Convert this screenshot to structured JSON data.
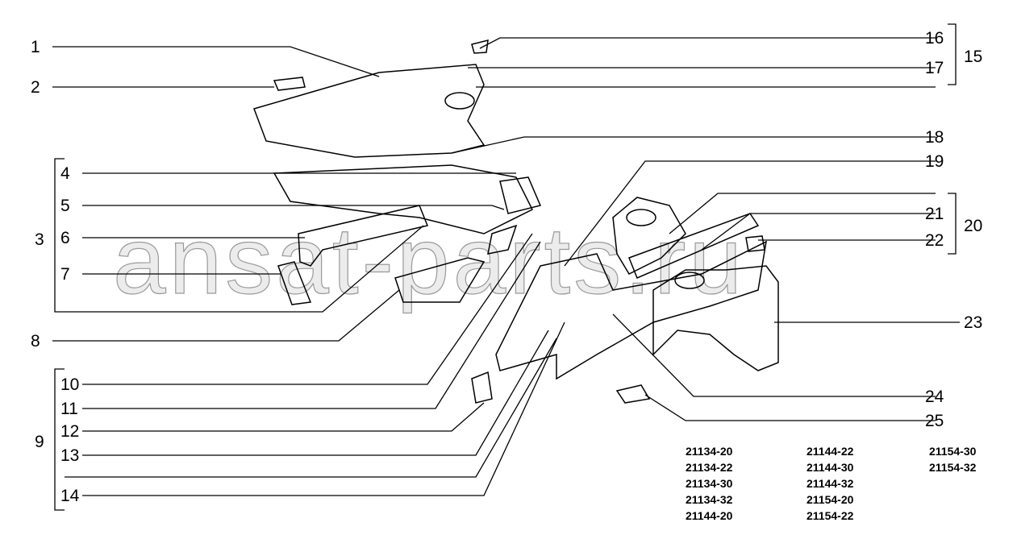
{
  "callouts": [
    "1",
    "2",
    "3",
    "4",
    "5",
    "6",
    "7",
    "8",
    "9",
    "10",
    "11",
    "12",
    "13",
    "14",
    "15",
    "16",
    "17",
    "18",
    "19",
    "20",
    "21",
    "22",
    "23",
    "24",
    "25"
  ],
  "watermark": "ansat-parts.ru",
  "models": [
    [
      "21134-20",
      "21134-22",
      "21134-30",
      "21134-32",
      "21144-20"
    ],
    [
      "21144-22",
      "21144-30",
      "21144-32",
      "21154-20",
      "21154-22"
    ],
    [
      "21154-30",
      "21154-32"
    ]
  ]
}
